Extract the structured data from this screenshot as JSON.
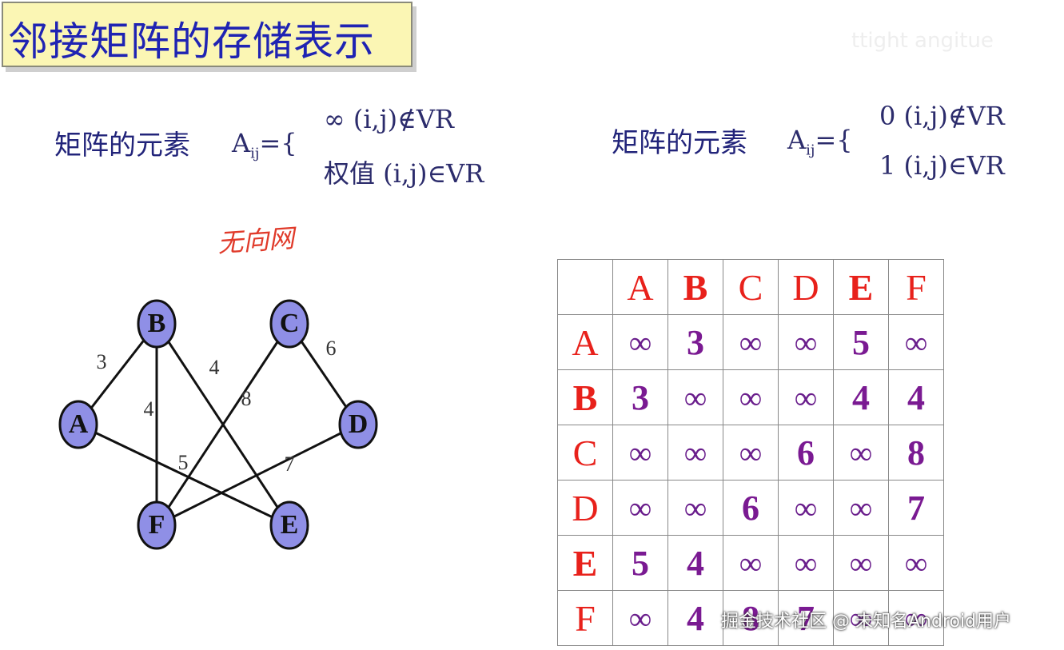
{
  "title": "邻接矩阵的存储表示",
  "faded_header": "ttight angitue",
  "formula_left": {
    "label": "矩阵的元素",
    "aij": "A",
    "sub": "ij",
    "eq": "={",
    "case1": "∞  (i,j)∉VR",
    "case2": "权值  (i,j)∈VR"
  },
  "formula_right": {
    "label": "矩阵的元素",
    "aij": "A",
    "sub": "ij",
    "eq": "={",
    "case1": "0  (i,j)∉VR",
    "case2": "1  (i,j)∈VR"
  },
  "note": "无向网",
  "graph": {
    "nodes": [
      {
        "id": "A",
        "label": "A"
      },
      {
        "id": "B",
        "label": "B"
      },
      {
        "id": "C",
        "label": "C"
      },
      {
        "id": "D",
        "label": "D"
      },
      {
        "id": "E",
        "label": "E"
      },
      {
        "id": "F",
        "label": "F"
      }
    ],
    "edges": [
      {
        "from": "A",
        "to": "B",
        "weight": "3"
      },
      {
        "from": "B",
        "to": "F",
        "weight": "4"
      },
      {
        "from": "B",
        "to": "E",
        "weight": "4"
      },
      {
        "from": "C",
        "to": "F",
        "weight": "8"
      },
      {
        "from": "C",
        "to": "D",
        "weight": "6"
      },
      {
        "from": "A",
        "to": "E",
        "weight": "5"
      },
      {
        "from": "F",
        "to": "D",
        "weight": "7"
      }
    ],
    "colors": {
      "node_fill": "#8f8fe6",
      "node_stroke": "#111111",
      "edge": "#111111"
    }
  },
  "matrix": {
    "headers": [
      "A",
      "B",
      "C",
      "D",
      "E",
      "F"
    ],
    "bold_headers": [
      "B",
      "E"
    ],
    "rows": [
      {
        "label": "A",
        "cells": [
          "∞",
          "3",
          "∞",
          "∞",
          "5",
          "∞"
        ]
      },
      {
        "label": "B",
        "cells": [
          "3",
          "∞",
          "∞",
          "∞",
          "4",
          "4"
        ]
      },
      {
        "label": "C",
        "cells": [
          "∞",
          "∞",
          "∞",
          "6",
          "∞",
          "8"
        ]
      },
      {
        "label": "D",
        "cells": [
          "∞",
          "∞",
          "6",
          "∞",
          "∞",
          "7"
        ]
      },
      {
        "label": "E",
        "cells": [
          "5",
          "4",
          "∞",
          "∞",
          "∞",
          "∞"
        ]
      },
      {
        "label": "F",
        "cells": [
          "∞",
          "4",
          "8",
          "7",
          "∞",
          "∞"
        ]
      }
    ],
    "colors": {
      "header": "#e8211b",
      "value": "#7a1a92"
    }
  },
  "watermark": "掘金技术社区 @ 未知名Android用户"
}
